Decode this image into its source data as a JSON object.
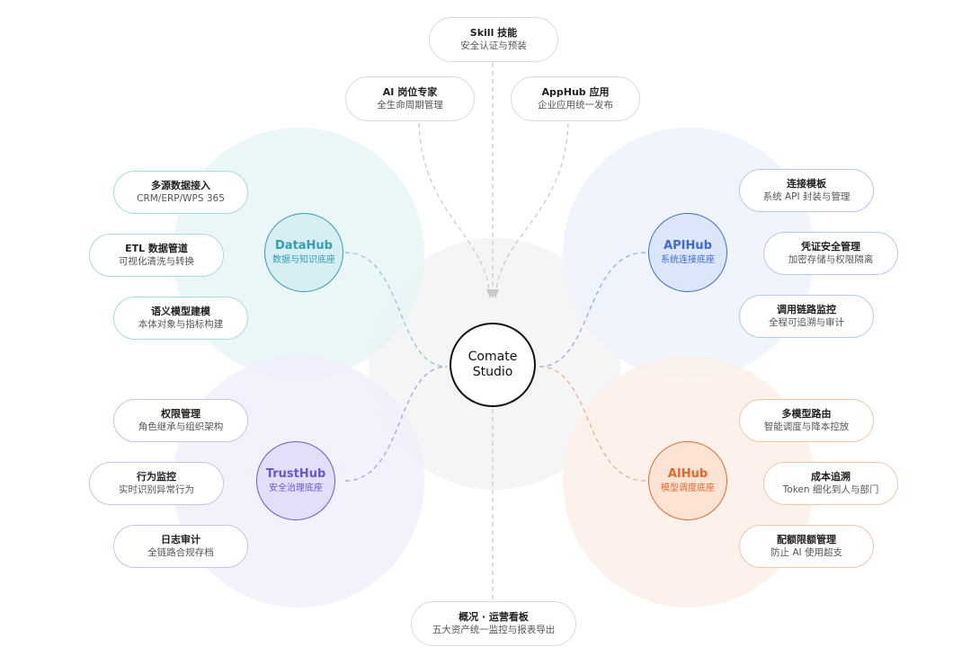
{
  "center": {
    "line1": "Comate",
    "line2": "Studio"
  },
  "top_nodes": [
    {
      "title": "Skill 技能",
      "subtitle": "安全认证与预装"
    },
    {
      "title": "AI 岗位专家",
      "subtitle": "全生命周期管理"
    },
    {
      "title": "AppHub 应用",
      "subtitle": "企业应用统一发布"
    }
  ],
  "bottom_node": {
    "title": "概况 · 运营看板",
    "subtitle": "五大资产统一监控与报表导出"
  },
  "hubs": {
    "datahub": {
      "title": "DataHub",
      "subtitle": "数据与知识底座",
      "color": "#2f9fb3",
      "items": [
        {
          "title": "多源数据接入",
          "subtitle": "CRM/ERP/WPS 365"
        },
        {
          "title": "ETL 数据管道",
          "subtitle": "可视化清洗与转换"
        },
        {
          "title": "语义模型建模",
          "subtitle": "本体对象与指标构建"
        }
      ]
    },
    "apihub": {
      "title": "APIHub",
      "subtitle": "系统连接底座",
      "color": "#3f6ad8",
      "items": [
        {
          "title": "连接模板",
          "subtitle": "系统 API 封装与管理"
        },
        {
          "title": "凭证安全管理",
          "subtitle": "加密存储与权限隔离"
        },
        {
          "title": "调用链路监控",
          "subtitle": "全程可追溯与审计"
        }
      ]
    },
    "trusthub": {
      "title": "TrustHub",
      "subtitle": "安全治理底座",
      "color": "#6b55d6",
      "items": [
        {
          "title": "权限管理",
          "subtitle": "角色继承与组织架构"
        },
        {
          "title": "行为监控",
          "subtitle": "实时识别异常行为"
        },
        {
          "title": "日志审计",
          "subtitle": "全链路合规存档"
        }
      ]
    },
    "aihub": {
      "title": "AIHub",
      "subtitle": "模型调度底座",
      "color": "#e8672a",
      "items": [
        {
          "title": "多模型路由",
          "subtitle": "智能调度与降本控放"
        },
        {
          "title": "成本追溯",
          "subtitle": "Token 细化到人与部门"
        },
        {
          "title": "配额限额管理",
          "subtitle": "防止 AI 使用超支"
        }
      ]
    }
  }
}
